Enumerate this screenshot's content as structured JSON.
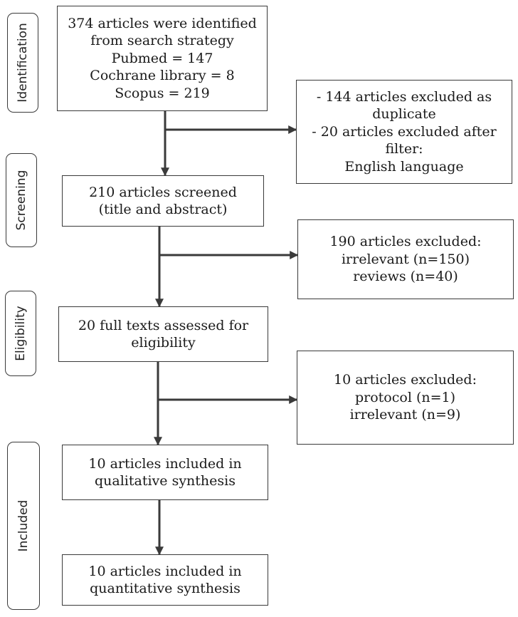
{
  "stages": {
    "identification": "Identification",
    "screening": "Screening",
    "eligibility": "Eligibility",
    "included": "Included"
  },
  "boxes": {
    "identified": [
      "374 articles were identified",
      "from search strategy",
      "Pubmed = 147",
      "Cochrane library = 8",
      "Scopus = 219"
    ],
    "excluded_duplicates": [
      "-  144 articles excluded as",
      "duplicate",
      "- 20 articles excluded after",
      "filter:",
      "English language"
    ],
    "screened": [
      "210 articles screened",
      "(title and abstract)"
    ],
    "excluded_screening": [
      "190 articles excluded:",
      "irrelevant (n=150)",
      "reviews (n=40)"
    ],
    "full_texts": [
      "20 full texts assessed for",
      "eligibility"
    ],
    "excluded_eligibility": [
      "10 articles excluded:",
      "protocol (n=1)",
      "irrelevant (n=9)"
    ],
    "qualitative": [
      "10 articles included in",
      "qualitative synthesis"
    ],
    "quantitative": [
      "10 articles included in",
      "quantitative synthesis"
    ]
  },
  "colors": {
    "line": "#3a3a3a",
    "text": "#1a1a1a"
  }
}
